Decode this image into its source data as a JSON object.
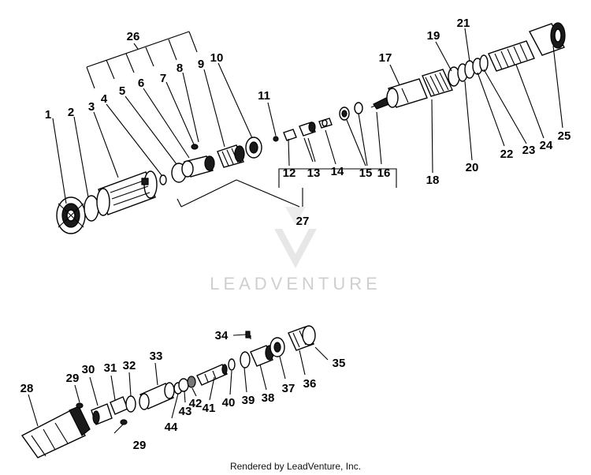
{
  "watermark": {
    "brand": "LEADVENTURE"
  },
  "footer": {
    "credit": "Rendered by LeadVenture, Inc."
  },
  "callouts": {
    "c1": "1",
    "c2": "2",
    "c3": "3",
    "c4": "4",
    "c5": "5",
    "c6": "6",
    "c7": "7",
    "c8": "8",
    "c9": "9",
    "c10": "10",
    "c11": "11",
    "c12": "12",
    "c13": "13",
    "c14": "14",
    "c15": "15",
    "c16": "16",
    "c17": "17",
    "c18": "18",
    "c19": "19",
    "c20": "20",
    "c21": "21",
    "c22": "22",
    "c23": "23",
    "c24": "24",
    "c25": "25",
    "c26": "26",
    "c27": "27",
    "c28": "28",
    "c29a": "29",
    "c29b": "29",
    "c30": "30",
    "c31": "31",
    "c32": "32",
    "c33": "33",
    "c34": "34",
    "c35": "35",
    "c36": "36",
    "c37": "37",
    "c38": "38",
    "c39": "39",
    "c40": "40",
    "c41": "41",
    "c42": "42",
    "c43": "43",
    "c44": "44"
  }
}
